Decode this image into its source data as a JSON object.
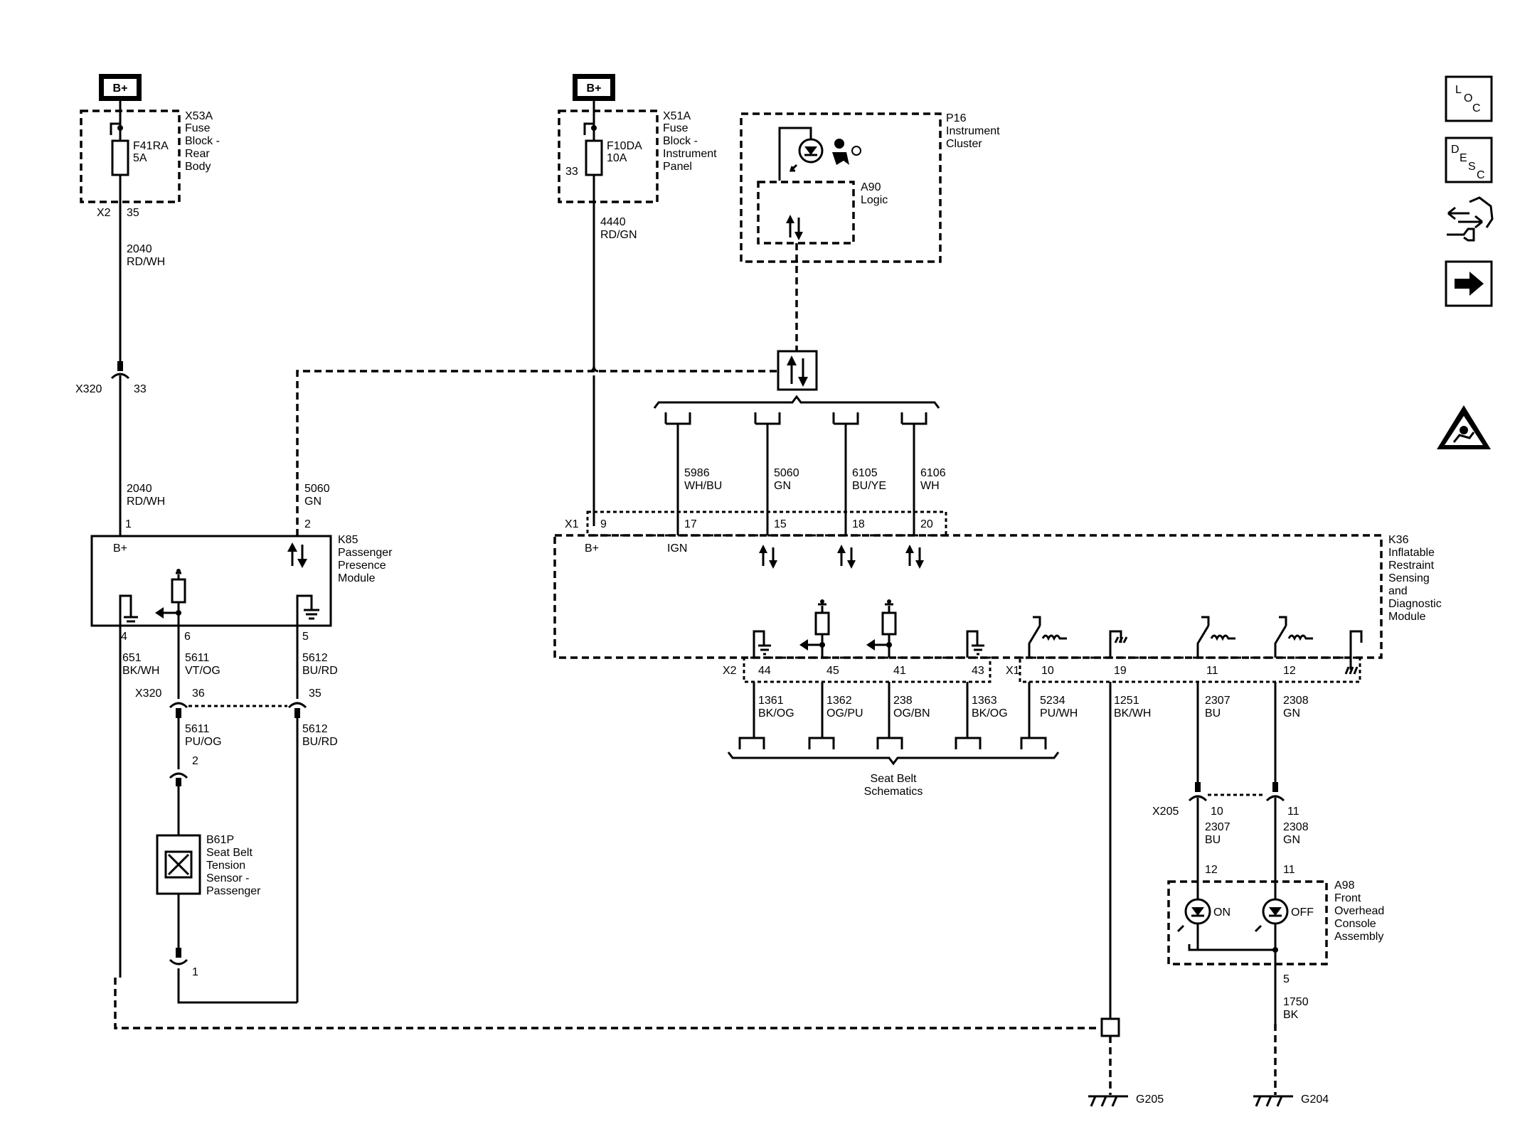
{
  "power": {
    "bplus_left": "B+",
    "bplus_right": "B+"
  },
  "x53a": {
    "name": "X53A",
    "desc": [
      "Fuse",
      "Block -",
      "Rear",
      "Body"
    ],
    "fuse": "F41RA",
    "rating": "5A",
    "conn": "X2",
    "pin": "35"
  },
  "x51a": {
    "name": "X51A",
    "desc": [
      "Fuse",
      "Block -",
      "Instrument",
      "Panel"
    ],
    "fuse": "F10DA",
    "rating": "10A",
    "pin": "33"
  },
  "p16": {
    "name": "P16",
    "desc": [
      "Instrument",
      "Cluster"
    ],
    "logic_name": "A90",
    "logic_desc": "Logic"
  },
  "wire_2040_top": {
    "circuit": "2040",
    "color": "RD/WH"
  },
  "wire_4440": {
    "circuit": "4440",
    "color": "RD/GN"
  },
  "x320_top": {
    "conn": "X320",
    "pin": "33"
  },
  "wire_2040_bot": {
    "circuit": "2040",
    "color": "RD/WH"
  },
  "wire_5060_left": {
    "circuit": "5060",
    "color": "GN"
  },
  "k85": {
    "name": "K85",
    "desc": [
      "Passenger",
      "Presence",
      "Module"
    ],
    "pin1": "1",
    "pin2": "2",
    "bplus": "B+",
    "pin4": "4",
    "pin6": "6",
    "pin5": "5"
  },
  "wire_651": {
    "circuit": "651",
    "color": "BK/WH"
  },
  "wire_5611_vt": {
    "circuit": "5611",
    "color": "VT/OG"
  },
  "wire_5612_top": {
    "circuit": "5612",
    "color": "BU/RD"
  },
  "x320_bot": {
    "conn": "X320",
    "pin36": "36",
    "pin35": "35"
  },
  "wire_5611_pu": {
    "circuit": "5611",
    "color": "PU/OG"
  },
  "wire_5612_bot": {
    "circuit": "5612",
    "color": "BU/RD"
  },
  "b61p": {
    "pin_top": "2",
    "pin_bot": "1",
    "name": "B61P",
    "desc": [
      "Seat Belt",
      "Tension",
      "Sensor -",
      "Passenger"
    ]
  },
  "bus_wires": [
    {
      "circuit": "5986",
      "color": "WH/BU",
      "pin": "17"
    },
    {
      "circuit": "5060",
      "color": "GN",
      "pin": "15"
    },
    {
      "circuit": "6105",
      "color": "BU/YE",
      "pin": "18"
    },
    {
      "circuit": "6106",
      "color": "WH",
      "pin": "20"
    }
  ],
  "k36": {
    "name": "K36",
    "desc": [
      "Inflatable",
      "Restraint",
      "Sensing",
      "and",
      "Diagnostic",
      "Module"
    ],
    "x1": "X1",
    "pin9": "9",
    "bplus": "B+",
    "ign": "IGN",
    "x2": "X2",
    "x1_lower": "X1"
  },
  "k36_lower_pins": [
    {
      "pin": "44",
      "circuit": "1361",
      "color": "BK/OG"
    },
    {
      "pin": "45",
      "circuit": "1362",
      "color": "OG/PU"
    },
    {
      "pin": "41",
      "circuit": "238",
      "color": "OG/BN"
    },
    {
      "pin": "43",
      "circuit": "1363",
      "color": "BK/OG"
    },
    {
      "pin": "10",
      "circuit": "5234",
      "color": "PU/WH"
    },
    {
      "pin": "19",
      "circuit": "1251",
      "color": "BK/WH"
    },
    {
      "pin": "11",
      "circuit": "2307",
      "color": "BU"
    },
    {
      "pin": "12",
      "circuit": "2308",
      "color": "GN"
    }
  ],
  "seat_belt_label": [
    "Seat Belt",
    "Schematics"
  ],
  "x205": {
    "conn": "X205",
    "pin10": "10",
    "pin11": "11",
    "w1_circuit": "2307",
    "w1_color": "BU",
    "w2_circuit": "2308",
    "w2_color": "GN"
  },
  "a98": {
    "name": "A98",
    "desc": [
      "Front",
      "Overhead",
      "Console",
      "Assembly"
    ],
    "pin12": "12",
    "pin11": "11",
    "on": "ON",
    "off": "OFF",
    "pin5": "5"
  },
  "wire_1750": {
    "circuit": "1750",
    "color": "BK"
  },
  "grounds": {
    "g205": "G205",
    "g204": "G204"
  },
  "side_icons": {
    "loc": [
      "L",
      "O",
      "C"
    ],
    "desc": [
      "D",
      "E",
      "S",
      "C"
    ],
    "icons": [
      "loc-icon",
      "desc-icon",
      "connector-repair-icon",
      "next-page-arrow-icon",
      "esd-warning-icon"
    ]
  }
}
